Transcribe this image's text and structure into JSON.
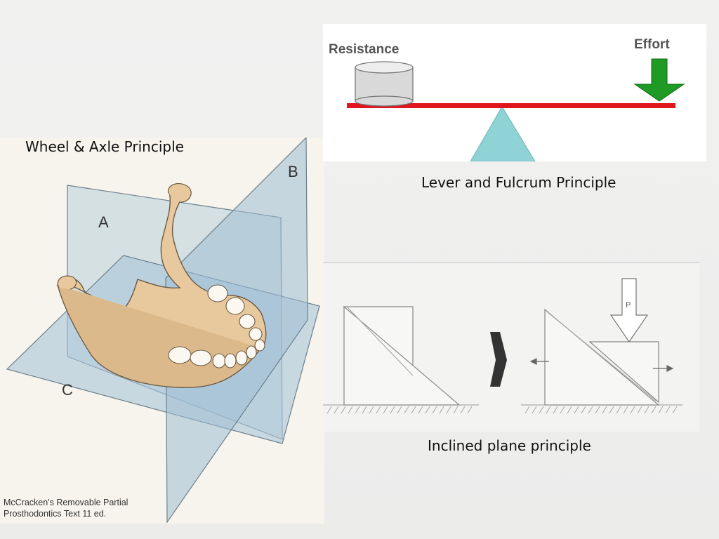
{
  "captions": {
    "wheel_axle": "Wheel & Axle Principle",
    "lever_fulcrum": "Lever and Fulcrum Principle",
    "inclined_plane": "Inclined plane principle"
  },
  "mandible_figure": {
    "plane_labels": {
      "a": "A",
      "b": "B",
      "c": "C"
    },
    "credit_line1": "McCracken's Removable Partial",
    "credit_line2": "Prosthodontics Text 11 ed."
  },
  "lever_figure": {
    "resistance_label": "Resistance",
    "effort_label": "Effort",
    "colors": {
      "beam": "#e0161e",
      "arrow": "#1f9a25",
      "fulcrum": "#8fd3d6",
      "weight": "#d9d9d9"
    }
  },
  "incline_figure": {
    "force_label": "P"
  }
}
